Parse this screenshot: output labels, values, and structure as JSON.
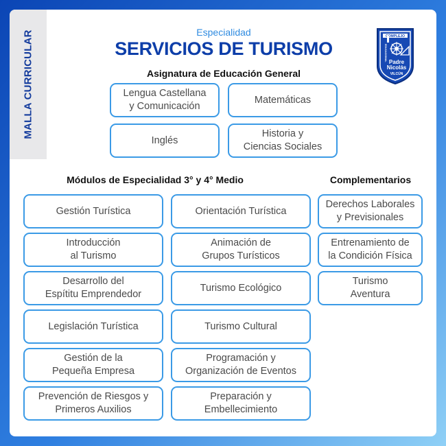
{
  "side_tab": {
    "label": "MALLA CURRICULAR"
  },
  "header": {
    "subtitle": "Especialidad",
    "title": "SERVICIOS DE TURISMO"
  },
  "logo": {
    "top_text": "COMPLEJO",
    "side_text": "EDUCACIONAL",
    "name_line1": "Padre",
    "name_line2": "Nicolás",
    "bottom_text": "VILCÚN"
  },
  "general": {
    "heading": "Asignatura de Educación General",
    "items": [
      "Lengua Castellana\ny Comunicación",
      "Matemáticas",
      "Inglés",
      "Historia y\nCiencias Sociales"
    ]
  },
  "modules": {
    "heading": "Módulos de Especialidad 3° y 4° Medio",
    "left": [
      "Gestión Turística",
      "Introducción\nal Turismo",
      "Desarrollo del\nEspítitu Emprendedor",
      "Legislación Turística",
      "Gestión de la\nPequeña Empresa",
      "Prevención de Riesgos y\nPrimeros Auxilios"
    ],
    "right": [
      "Orientación Turística",
      "Animación de\nGrupos Turísticos",
      "Turismo Ecológico",
      "Turismo Cultural",
      "Programación y\nOrganización de Eventos",
      "Preparación y\nEmbellecimiento"
    ]
  },
  "complementary": {
    "heading": "Complementarios",
    "items": [
      "Derechos Laborales\ny Previsionales",
      "Entrenamiento de\nla Condición Física",
      "Turismo\nAventura"
    ]
  },
  "colors": {
    "accent": "#0d3ea9",
    "box_border": "#3a9ae6",
    "subtitle": "#2f8be0",
    "side_tab_bg": "#e8e8ea"
  }
}
